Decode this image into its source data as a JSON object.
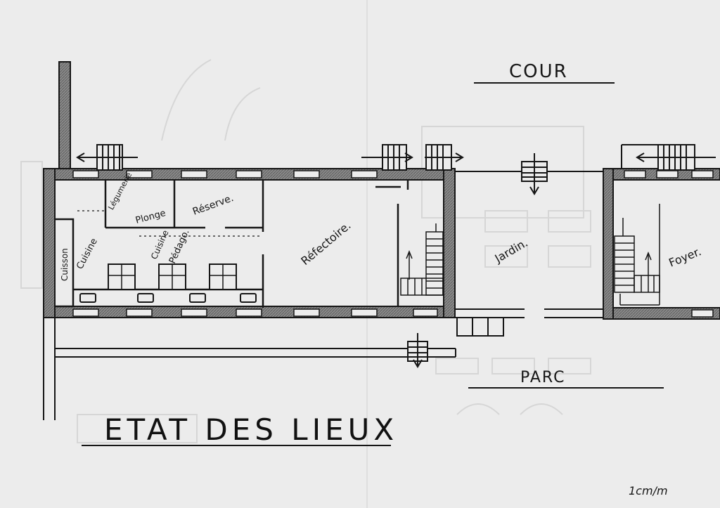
{
  "labels": {
    "cour": "COUR",
    "parc": "PARC",
    "title": "ETAT DES LIEUX",
    "scale": "1cm/m",
    "legumerie": "Légumerie",
    "plonge": "Plonge",
    "reserve": "Réserve.",
    "cuisson": "Cuisson",
    "cuisine": "Cuisine",
    "cuisine_pedago": "Cuisine",
    "pedago": "Pédago.",
    "refectoire": "Réfectoire.",
    "jardin": "Jardin.",
    "foyer": "Foyer."
  },
  "colors": {
    "paper": "#ececec",
    "ink": "#161616",
    "wall": "#8a8a8a",
    "ghost": "#d6d6d6"
  },
  "icons": [
    "arrow-left-icon",
    "arrow-right-icon",
    "arrow-down-icon",
    "arrow-up-icon",
    "stair-icon"
  ]
}
